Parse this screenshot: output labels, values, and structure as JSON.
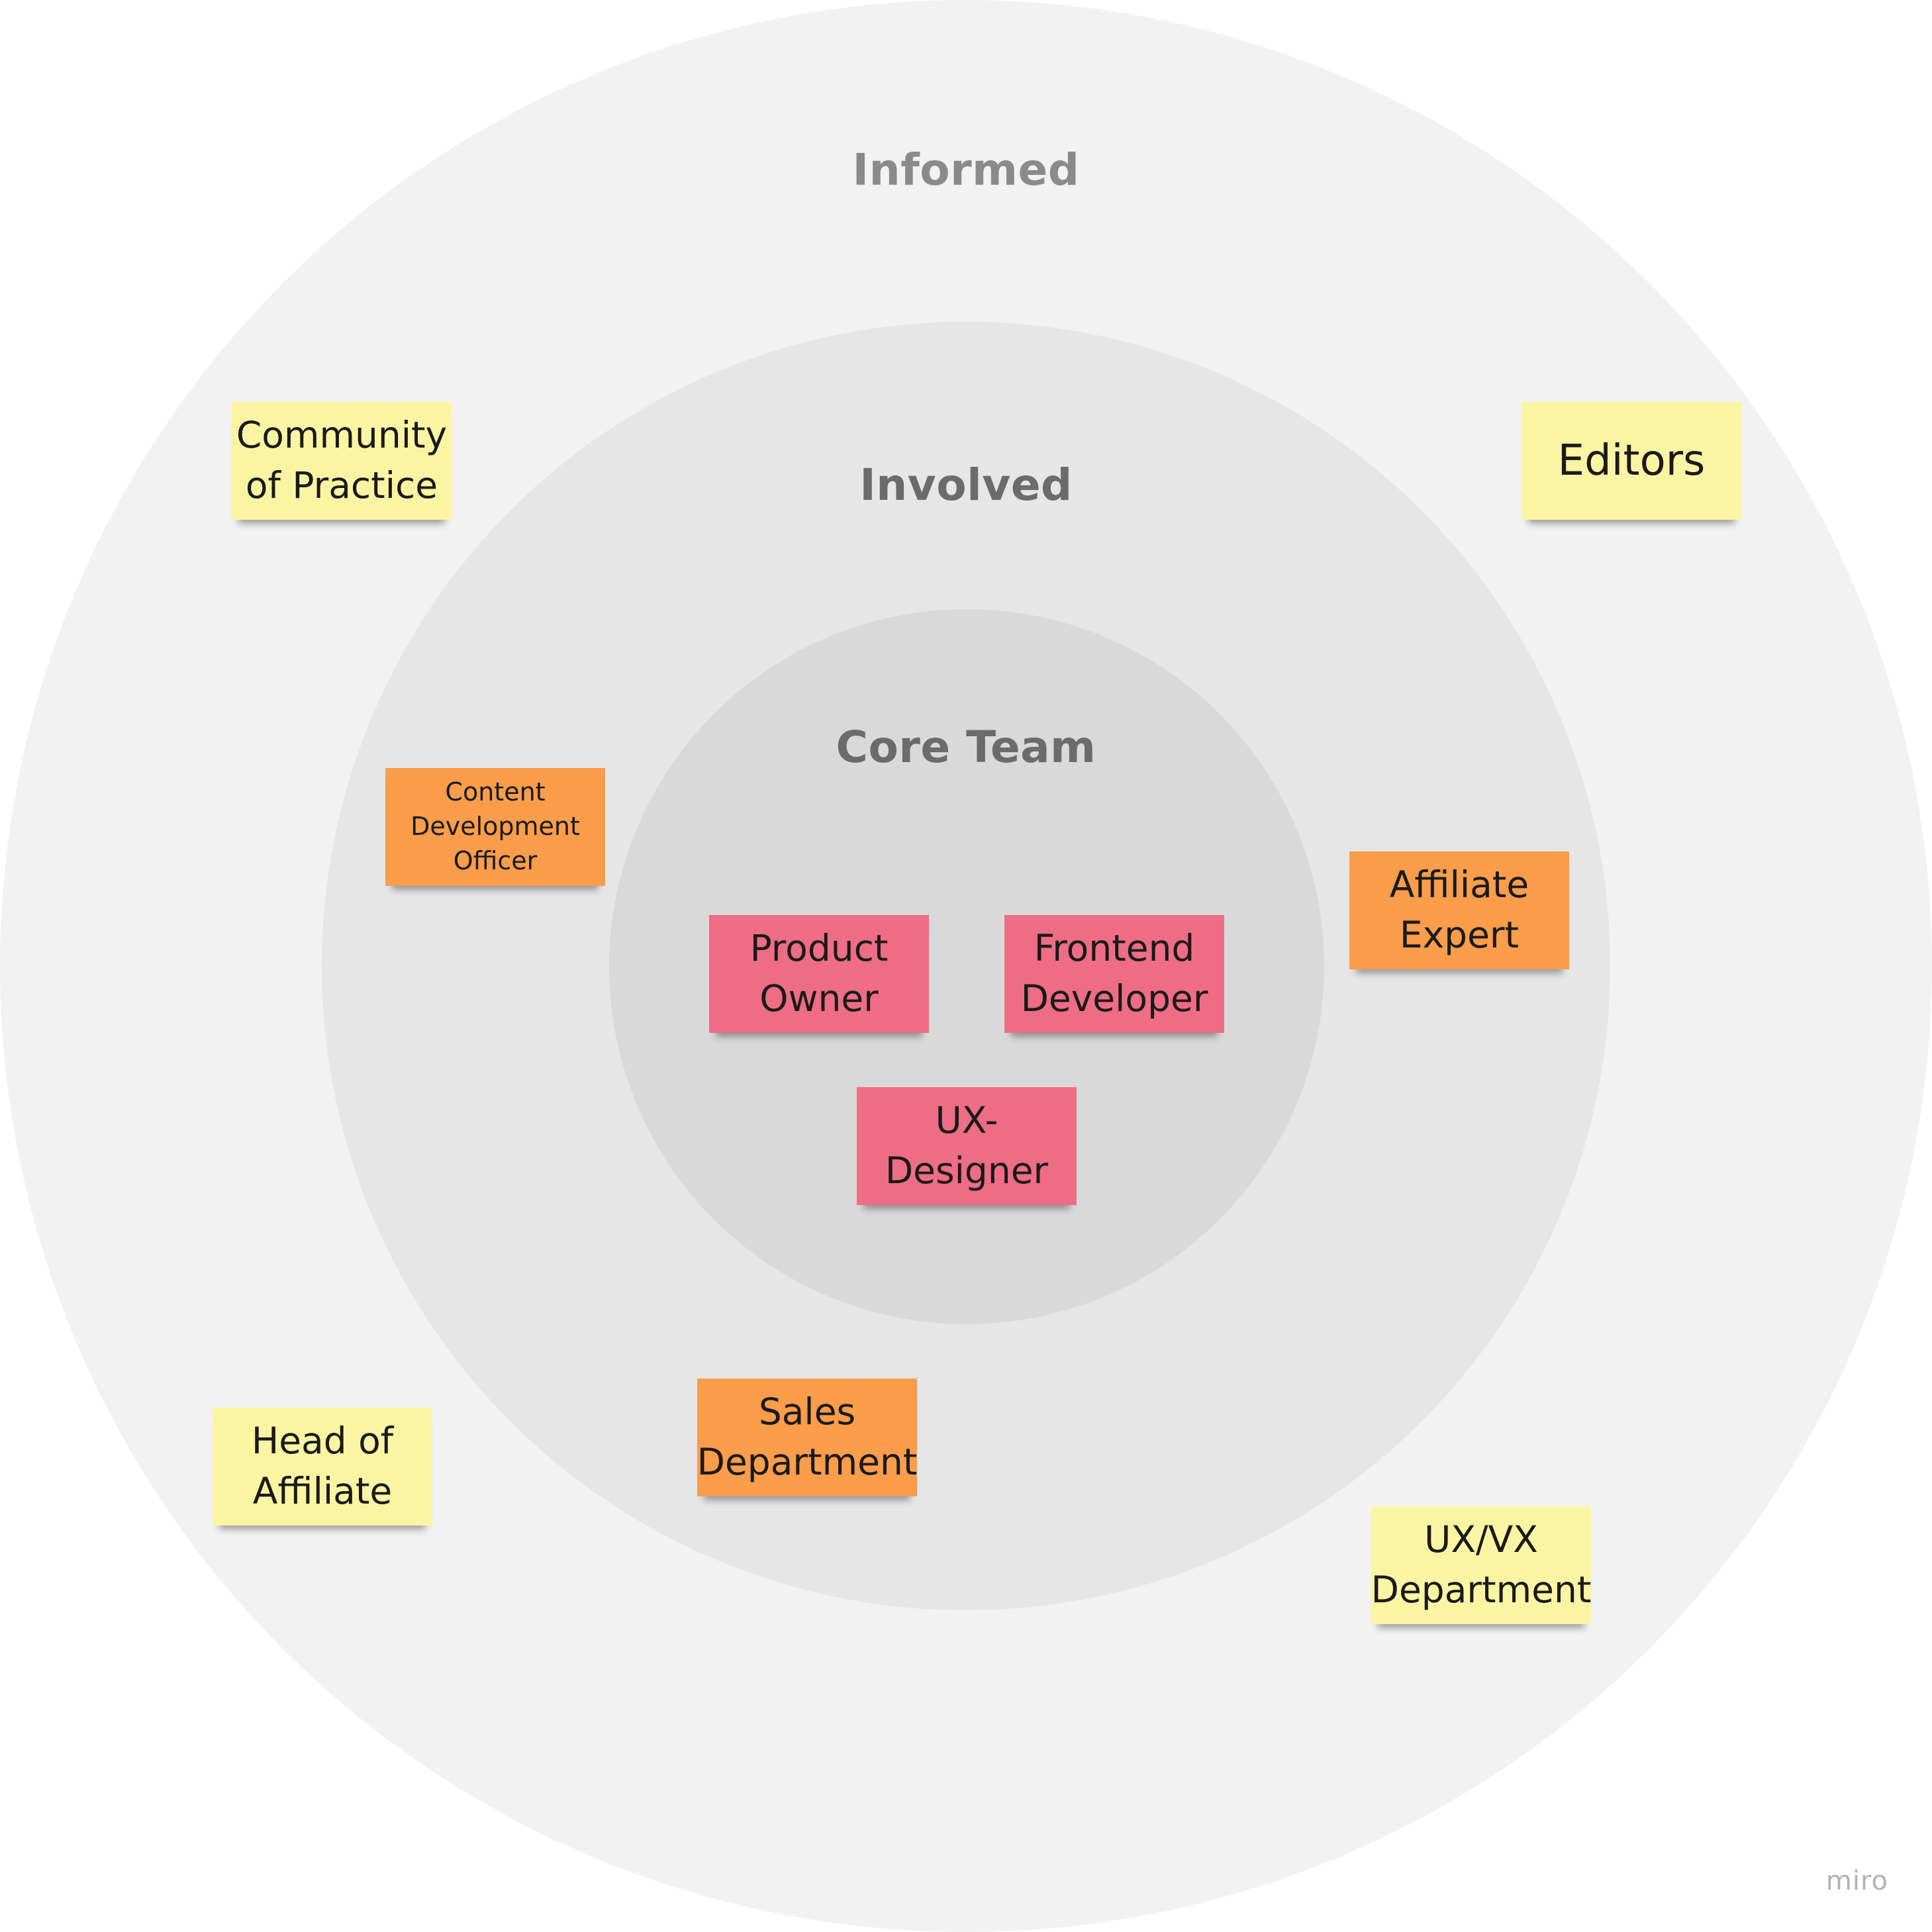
{
  "colors": {
    "informed_ring": "#f2f2f2",
    "involved_ring": "#e6e6e6",
    "core_ring": "#d9d9d9",
    "label_informed": "#8a8a8a",
    "label_involved": "#6b6b6b",
    "label_core": "#6b6b6b",
    "sticky_yellow": "#fbf5a3",
    "sticky_orange": "#fb9d4b",
    "sticky_pink": "#ee6d85",
    "watermark": "#b3b3b3"
  },
  "rings": {
    "informed": "Informed",
    "involved": "Involved",
    "core": "Core Team"
  },
  "stickies": {
    "community": [
      "Community",
      "of Practice"
    ],
    "editors": [
      "Editors"
    ],
    "content_dev": [
      "Content",
      "Development",
      "Officer"
    ],
    "affiliate_expert": [
      "Affiliate",
      "Expert"
    ],
    "product_owner": [
      "Product",
      "Owner"
    ],
    "frontend_dev": [
      "Frontend",
      "Developer"
    ],
    "ux_designer": [
      "UX-",
      "Designer"
    ],
    "sales": [
      "Sales",
      "Department"
    ],
    "head_affiliate": [
      "Head of",
      "Affiliate"
    ],
    "uxvx": [
      "UX/VX",
      "Department"
    ]
  },
  "watermark": "miro"
}
